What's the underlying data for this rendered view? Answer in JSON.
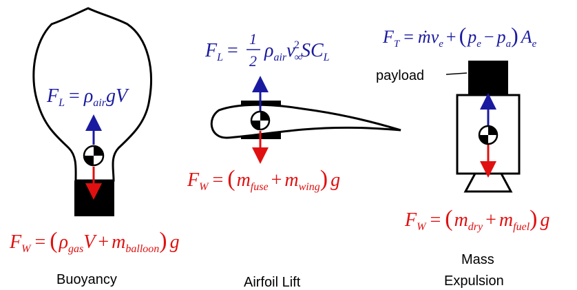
{
  "colors": {
    "lift": "#1a1aa0",
    "weight": "#e01010",
    "outline": "#000000"
  },
  "panels": [
    {
      "name": "Buoyancy",
      "caption": "Buoyancy",
      "lift_equation": "F_L = ρ_air g V",
      "weight_equation": "F_W = (ρ_gas V + m_balloon) g"
    },
    {
      "name": "Airfoil Lift",
      "caption": "Airfoil Lift",
      "lift_equation": "F_L = 1/2 ρ_air v_∞² S C_L",
      "weight_equation": "F_W = (m_fuse + m_wing) g"
    },
    {
      "name": "Mass Expulsion",
      "caption_line1": "Mass",
      "caption_line2": "Expulsion",
      "thrust_equation": "F_T = ṁ v_e + (p_e − p_a) A_e",
      "weight_equation": "F_W = (m_dry + m_fuel) g",
      "payload_label": "payload"
    }
  ],
  "symbols": {
    "F": "F",
    "L": "L",
    "W": "W",
    "T": "T",
    "eq": "=",
    "plus": "+",
    "minus": "−",
    "rho": "ρ",
    "air": "air",
    "gas": "gas",
    "g": "g",
    "V": "V",
    "balloon": "balloon",
    "half_num": "1",
    "half_den": "2",
    "v": "v",
    "inf": "∞",
    "two": "2",
    "S": "S",
    "C": "C",
    "fuse": "fuse",
    "wing": "wing",
    "m": "m",
    "mdot": "ṁ",
    "e": "e",
    "p": "p",
    "a": "a",
    "A": "A",
    "dry": "dry",
    "fuel": "fuel",
    "lparen": "(",
    "rparen": ")"
  }
}
